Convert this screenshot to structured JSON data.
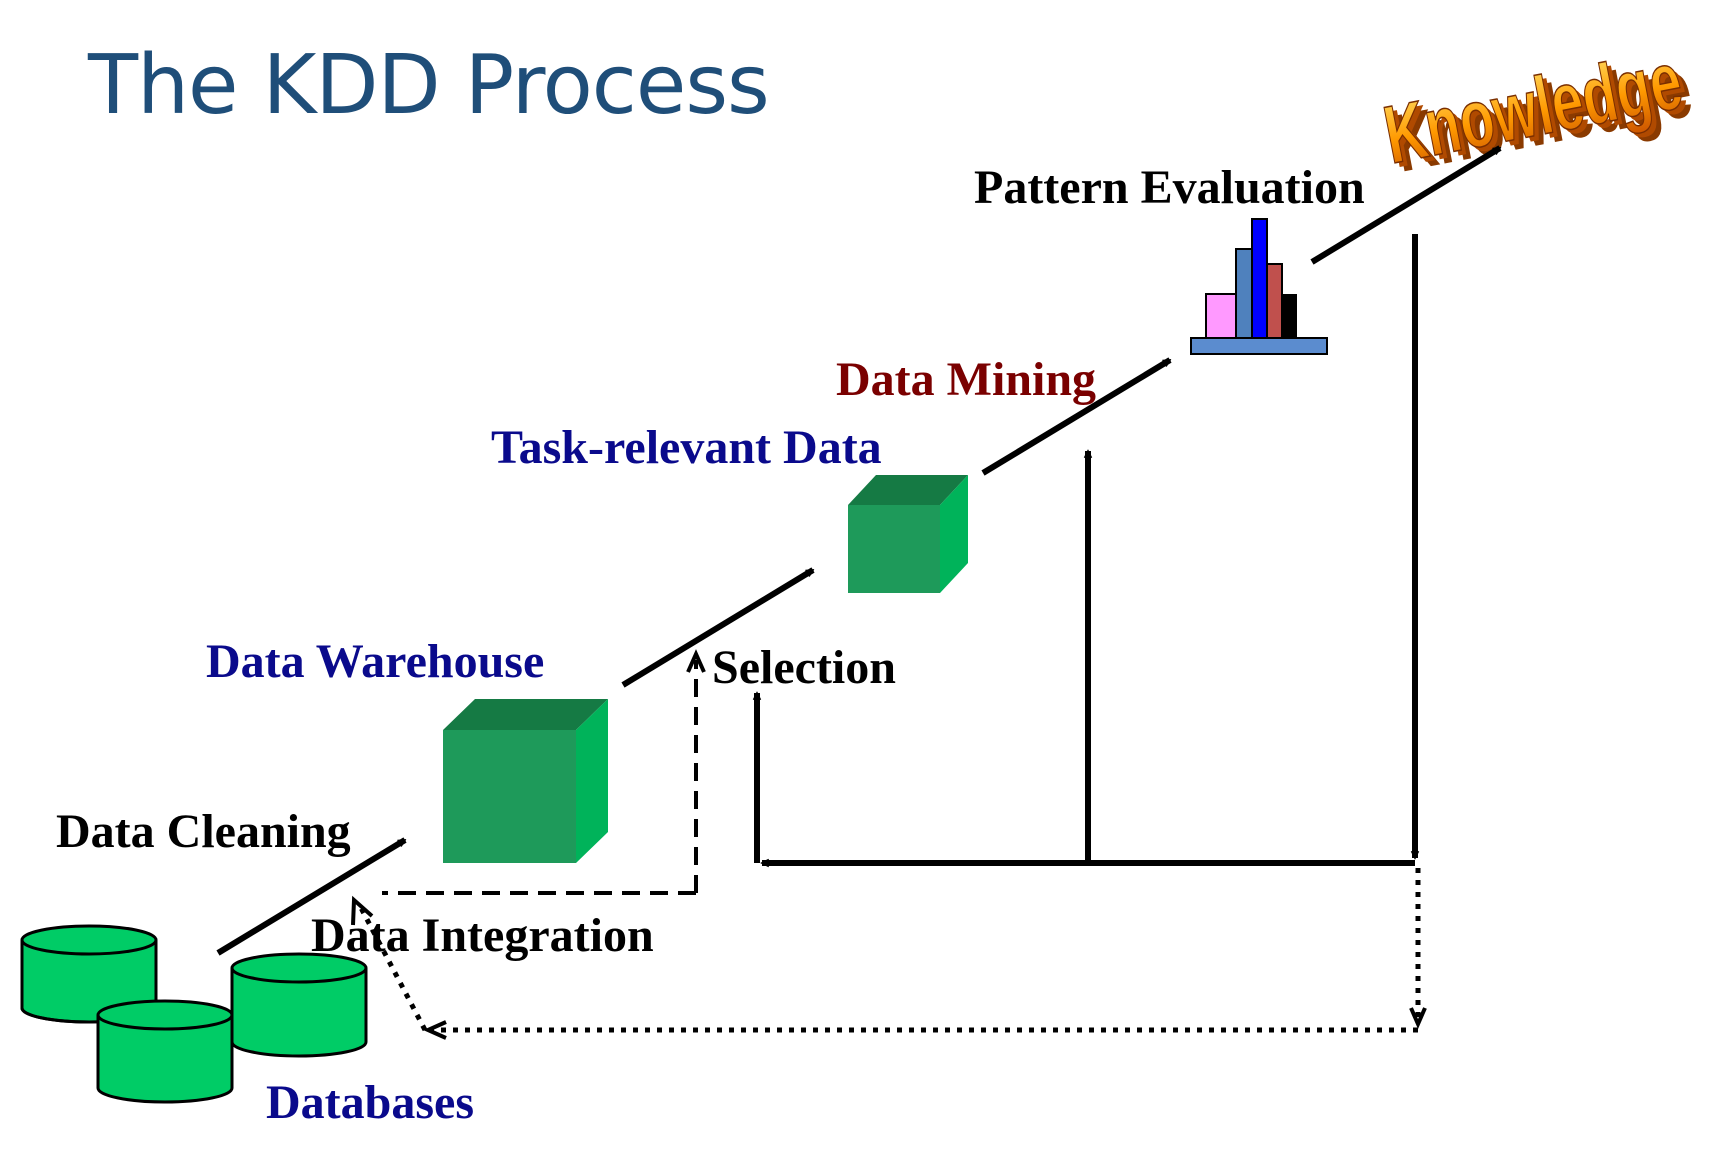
{
  "title": "The KDD Process",
  "labels": {
    "knowledge": "Knowledge",
    "pattern_evaluation": "Pattern Evaluation",
    "data_mining": "Data Mining",
    "task_relevant_data": "Task-relevant Data",
    "selection": "Selection",
    "data_warehouse": "Data Warehouse",
    "data_cleaning": "Data Cleaning",
    "data_integration": "Data Integration",
    "databases": "Databases"
  },
  "colors": {
    "title": "#1f4e79",
    "stage_black": "#000000",
    "stage_blue": "#0a0a8c",
    "stage_red": "#7a0000",
    "cube_front": "#1e9a5a",
    "cube_top": "#157a44",
    "cube_side": "#00b35a",
    "database": "#00cc66",
    "knowledge_fill": "#ff9900"
  },
  "icons": {
    "databases": "database-cylinder-icon",
    "warehouse": "cube-icon",
    "task_data": "cube-icon",
    "patterns": "bar-chart-icon"
  }
}
